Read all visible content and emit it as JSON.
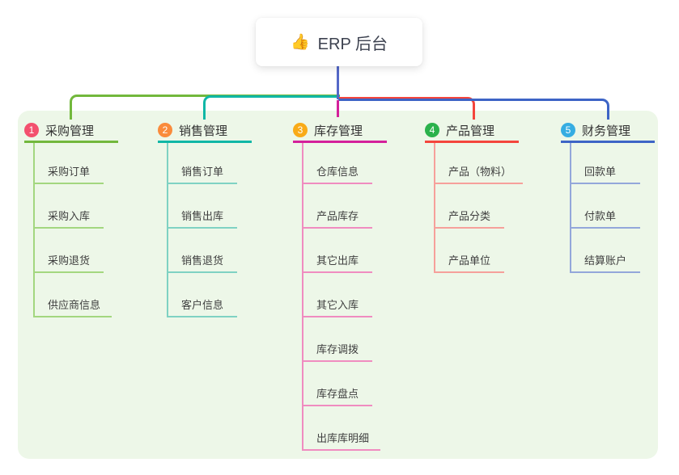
{
  "root": {
    "icon": "👍",
    "label": "ERP 后台"
  },
  "branches": [
    {
      "index": "1",
      "label": "采购管理",
      "badge_color": "#f3506e",
      "line_color": "#72b83c",
      "light_color": "#a3d77f",
      "children": [
        "采购订单",
        "采购入库",
        "采购退货",
        "供应商信息"
      ]
    },
    {
      "index": "2",
      "label": "销售管理",
      "badge_color": "#fa8b3c",
      "line_color": "#10b7a6",
      "light_color": "#7fd2c3",
      "children": [
        "销售订单",
        "销售出库",
        "销售退货",
        "客户信息"
      ]
    },
    {
      "index": "3",
      "label": "库存管理",
      "badge_color": "#f9ab18",
      "line_color": "#d4219b",
      "light_color": "#f08cc0",
      "children": [
        "仓库信息",
        "产品库存",
        "其它出库",
        "其它入库",
        "库存调拨",
        "库存盘点",
        "出库库明细"
      ]
    },
    {
      "index": "4",
      "label": "产品管理",
      "badge_color": "#2bb24c",
      "line_color": "#f4453c",
      "light_color": "#f6a09b",
      "children": [
        "产品（物料）",
        "产品分类",
        "产品单位"
      ]
    },
    {
      "index": "5",
      "label": "财务管理",
      "badge_color": "#36ade2",
      "line_color": "#3d64c6",
      "light_color": "#93a7da",
      "children": [
        "回款单",
        "付款单",
        "结算账户"
      ]
    }
  ],
  "colors": {
    "panel_bg": "#edf7e8",
    "root_line": "#5468c8",
    "root_text": "#3c414f"
  }
}
